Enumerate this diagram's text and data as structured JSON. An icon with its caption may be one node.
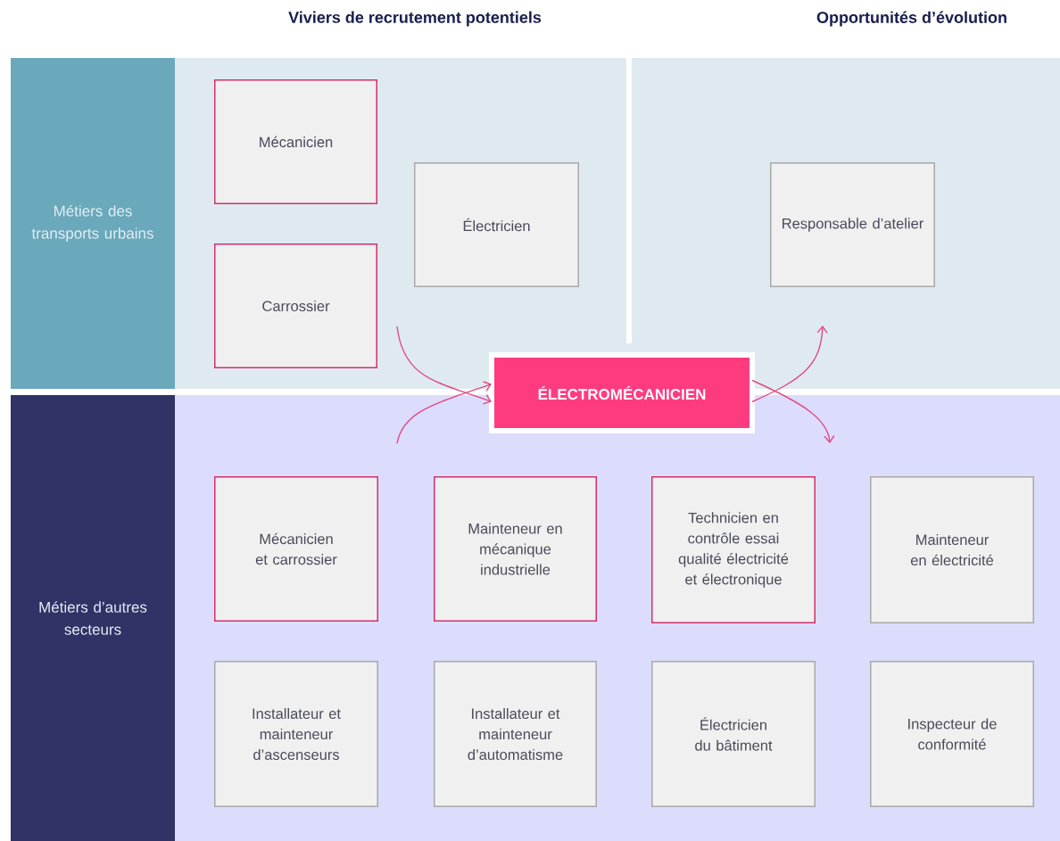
{
  "diagram": {
    "nodes": [
      {
        "text": [
          "Métiers des transports urbains"
        ]
      },
      {
        "text": [
          "Mécanicien"
        ]
      },
      {
        "text": [
          "Carrossier"
        ]
      },
      {
        "text": [
          "Électricien"
        ]
      },
      {
        "text": [
          "Responsable d’atelier"
        ]
      },
      {
        "text": [
          "ÉLECTROMÉCANICIEN"
        ]
      },
      {
        "text": [
          "Métiers d’autres secteurs"
        ]
      },
      {
        "text": [
          "Mécanicien et carrossier"
        ]
      },
      {
        "text": [
          "Mainteneur en mécanique industrielle"
        ]
      },
      {
        "text": [
          "Technicien en contrôle essai qualité électricité et électronique"
        ]
      },
      {
        "text": [
          "Mainteneur en électricité"
        ]
      },
      {
        "text": [
          "Installateur et mainteneur d’ascenseurs"
        ]
      },
      {
        "text": [
          "Installateur et mainteneur d’automatisme"
        ]
      },
      {
        "text": [
          "Électricien du bâtiment"
        ]
      },
      {
        "text": [
          "Inspecteur de conformité"
        ]
      }
    ],
    "edges": [
      {
        "from": null,
        "to": 5,
        "arrow": "to"
      },
      {
        "from": null,
        "to": 5,
        "arrow": "to"
      },
      {
        "from": 5,
        "to": null,
        "arrow": "to"
      },
      {
        "from": 5,
        "to": null,
        "arrow": "to"
      }
    ],
    "labels": [
      "Viviers de recrutement potentiels",
      "Opportunités d’évolution"
    ]
  }
}
